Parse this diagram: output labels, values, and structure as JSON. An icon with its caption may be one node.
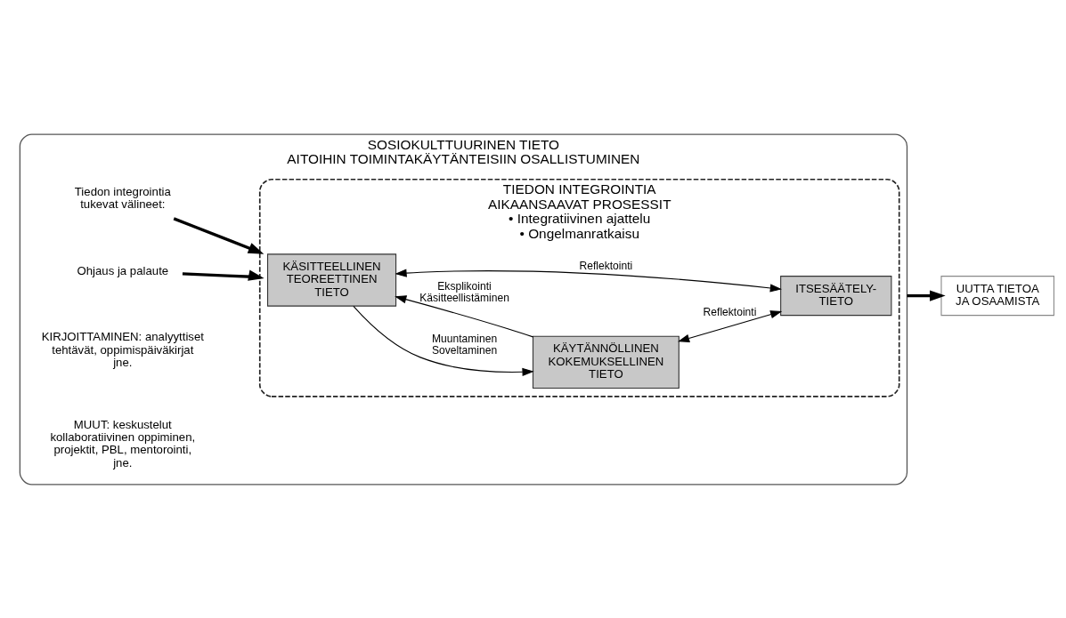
{
  "diagram": {
    "nodes": [
      {
        "text": [
          "SOSIOKULTTUURINEN TIETO",
          "AITOIHIN TOIMINTAKÄYTÄNTEISIIN OSALLISTUMINEN"
        ]
      },
      {
        "text": [
          "TIEDON INTEGROINTIA AIKAANSAAVAT PROSESSIT",
          "• Integratiivinen ajattelu",
          "• Ongelmanratkaisu"
        ],
        "in": 0
      },
      {
        "text": [
          "KÄSITTEELLINEN TEOREETTINEN TIETO"
        ],
        "in": 1
      },
      {
        "text": [
          "KÄYTÄNNÖLLINEN KOKEMUKSELLINEN TIETO"
        ],
        "in": 1
      },
      {
        "text": [
          "ITSESÄÄTELY- TIETO"
        ],
        "in": 1
      },
      {
        "text": [
          "Tiedon integrointia tukevat välineet:"
        ],
        "in": 0
      },
      {
        "text": [
          "Ohjaus ja palaute"
        ],
        "in": 0
      },
      {
        "text": [
          "UUTTA TIETOA JA OSAAMISTA"
        ]
      }
    ],
    "edges": [
      {
        "from": 5,
        "to": 1,
        "arrow": "to",
        "style": "thick"
      },
      {
        "from": 6,
        "to": 1,
        "arrow": "to",
        "style": "thick"
      },
      {
        "from": 2,
        "to": 3,
        "arrow": "to",
        "label": "Muuntaminen Soveltaminen"
      },
      {
        "from": 3,
        "to": 2,
        "arrow": "to",
        "label": "Eksplikointi Käsitteellistäminen"
      },
      {
        "from": 2,
        "to": 4,
        "arrow": "both",
        "label": "Reflektointi"
      },
      {
        "from": 3,
        "to": 4,
        "arrow": "both",
        "label": "Reflektointi"
      },
      {
        "from": 0,
        "to": 7,
        "arrow": "to",
        "style": "thick"
      }
    ],
    "labels": [
      "KIRJOITTAMINEN: analyyttiset tehtävät, oppimispäiväkirjat jne.",
      "MUUT: keskustelut kollaboratiivinen oppiminen, projektit, PBL, mentorointi, jne."
    ]
  }
}
